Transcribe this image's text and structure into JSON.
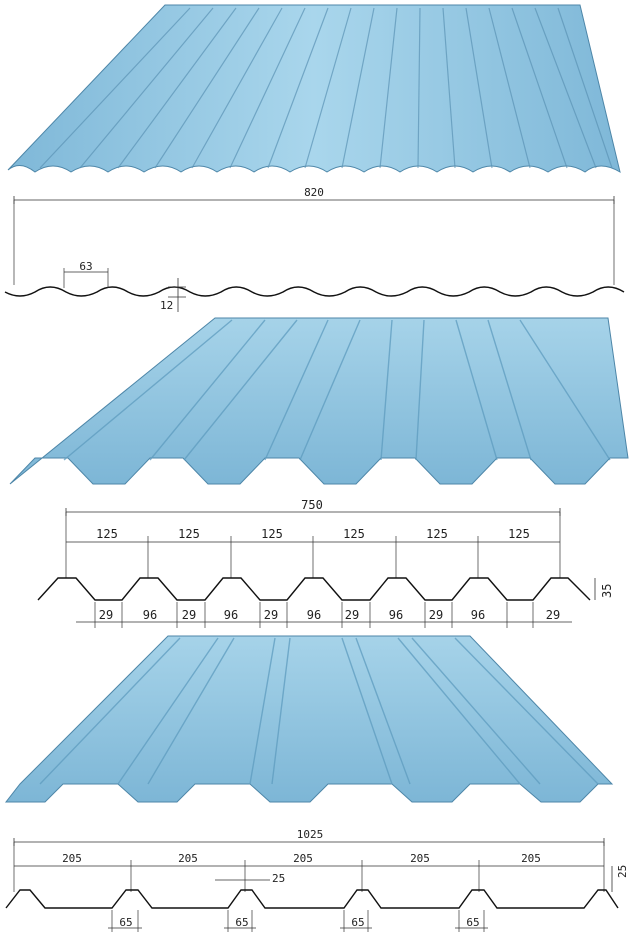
{
  "colors": {
    "sheet_light": "#a9d6ec",
    "sheet_mid": "#86bfdc",
    "sheet_dark": "#5e9fc2",
    "line": "#111111"
  },
  "sheets": [
    {
      "name": "corrugated",
      "overall": "820",
      "pitch": "63",
      "height": "12"
    },
    {
      "name": "trapezoid-750",
      "overall": "750",
      "pitch": "125",
      "pitch_labels": [
        "125",
        "125",
        "125",
        "125",
        "125",
        "125"
      ],
      "bottom_labels": [
        "29",
        "96",
        "29",
        "96",
        "29",
        "96",
        "29",
        "96",
        "29",
        "96",
        "29"
      ],
      "height": "35"
    },
    {
      "name": "trapezoid-1025",
      "overall": "1025",
      "pitch_labels": [
        "205",
        "205",
        "205",
        "205",
        "205"
      ],
      "crest": "25",
      "height": "25",
      "bottom_labels": [
        "65",
        "65",
        "65",
        "65"
      ]
    }
  ]
}
